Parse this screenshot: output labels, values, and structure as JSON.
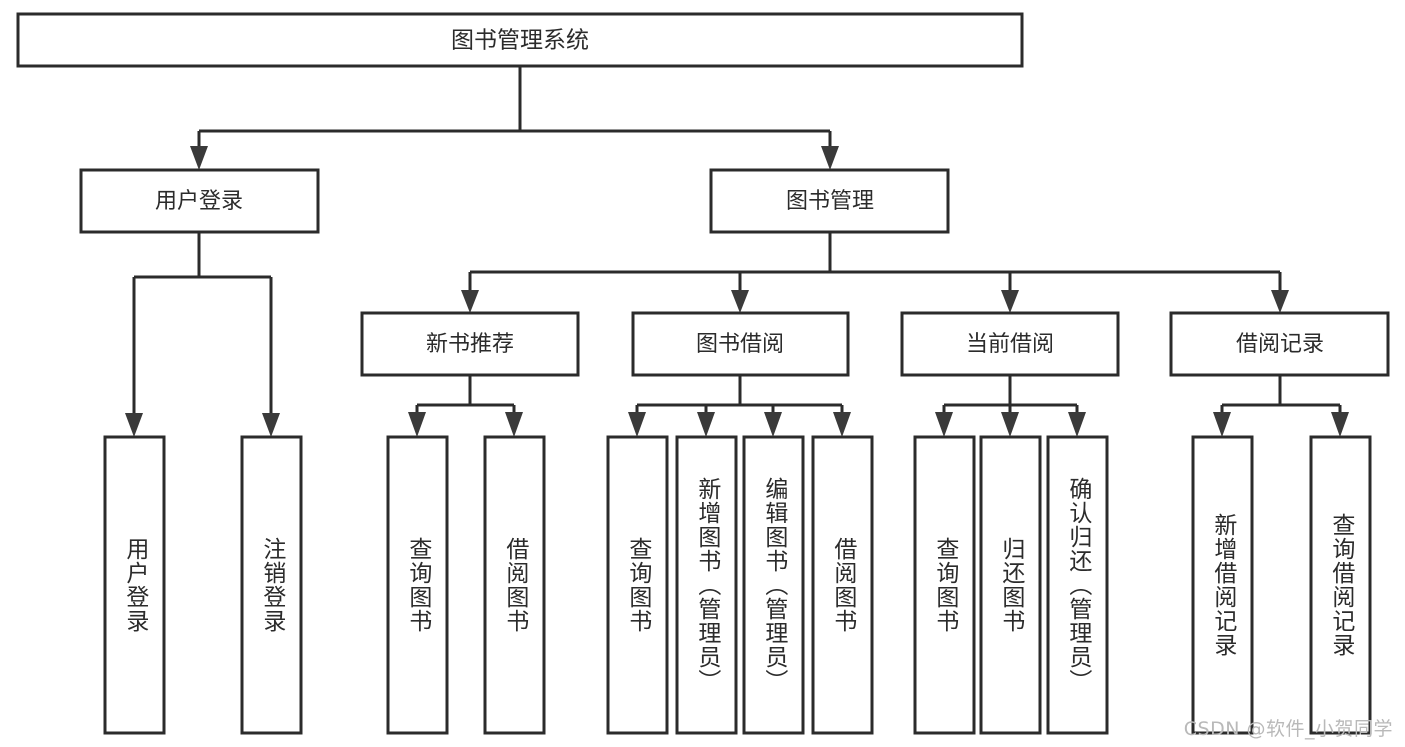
{
  "diagram": {
    "type": "tree-hierarchy",
    "title": "图书管理系统",
    "watermark": "CSDN @软件_小贺同学",
    "colors": {
      "background": "#ffffff",
      "box_stroke": "#2b2b2b",
      "box_fill": "#ffffff",
      "text": "#2b2b2b",
      "arrow": "#3a3a3a",
      "watermark": "#b9b9b9"
    },
    "levels": {
      "root": {
        "label": "图书管理系统"
      },
      "level2": [
        {
          "label": "用户登录"
        },
        {
          "label": "图书管理"
        }
      ],
      "level3": [
        {
          "label": "新书推荐"
        },
        {
          "label": "图书借阅"
        },
        {
          "label": "当前借阅"
        },
        {
          "label": "借阅记录"
        }
      ],
      "leaves": {
        "user_login": [
          {
            "label": "用户登录"
          },
          {
            "label": "注销登录"
          }
        ],
        "new_book_recommend": [
          {
            "label": "查询图书"
          },
          {
            "label": "借阅图书"
          }
        ],
        "book_borrow": [
          {
            "label": "查询图书"
          },
          {
            "label": "新增图书（管理员）"
          },
          {
            "label": "编辑图书（管理员）"
          },
          {
            "label": "借阅图书"
          }
        ],
        "current_borrow": [
          {
            "label": "查询图书"
          },
          {
            "label": "归还图书"
          },
          {
            "label": "确认归还（管理员）"
          }
        ],
        "borrow_record": [
          {
            "label": "新增借阅记录"
          },
          {
            "label": "查询借阅记录"
          }
        ]
      }
    }
  }
}
